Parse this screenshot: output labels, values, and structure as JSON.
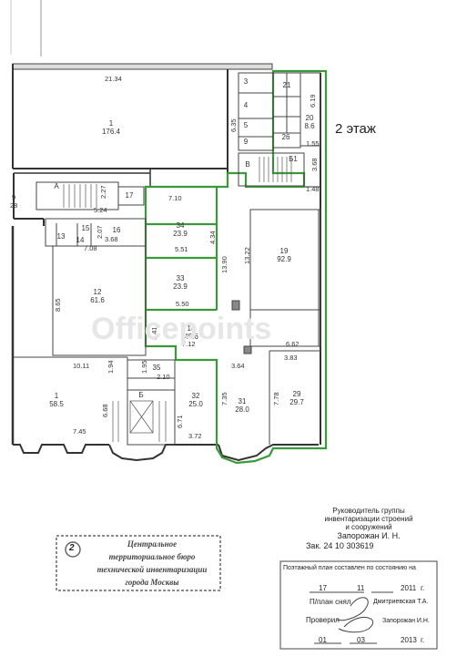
{
  "floor_label": "2 этаж",
  "watermark": "Officepoints",
  "dims": {
    "top_total": "21.34",
    "d_6_19": "6.19",
    "d_6_35": "6.35",
    "d_1_55": "1.55",
    "d_3_68a": "3.68",
    "d_1_48": "1.48",
    "d_2_27": "2.27",
    "d_5_24": "5.24",
    "d_2_07": "2.07",
    "d_7_10": "7.10",
    "d_3_68b": "3.68",
    "d_7_08": "7.08",
    "d_4_34": "4.34",
    "d_5_51": "5.51",
    "d_13_90": "13.90",
    "d_13_22": "13.22",
    "d_8_65": "8.65",
    "d_5_50": "5.50",
    "d_3_41": "3.41",
    "d_7_12": "7.12",
    "d_6_62": "6.62",
    "d_3_83": "3.83",
    "d_10_11": "10.11",
    "d_1_94": "1.94",
    "d_1_95": "1.95",
    "d_2_10": "2.10",
    "d_3_64": "3.64",
    "d_6_68": "6.68",
    "d_6_71": "6.71",
    "d_7_35": "7.35",
    "d_7_78": "7.78",
    "d_7_45": "7.45",
    "d_3_72": "3.72",
    "d_28": "28",
    "d_9": "9"
  },
  "rooms": [
    {
      "num": "1",
      "area": "176.4"
    },
    {
      "num": "3",
      "area": ""
    },
    {
      "num": "4",
      "area": ""
    },
    {
      "num": "5",
      "area": ""
    },
    {
      "num": "9",
      "area": ""
    },
    {
      "num": "21",
      "area": ""
    },
    {
      "num": "20",
      "area": "8.6"
    },
    {
      "num": "26",
      "area": ""
    },
    {
      "num": "В",
      "area": ""
    },
    {
      "num": "Б1",
      "area": ""
    },
    {
      "num": "А",
      "area": ""
    },
    {
      "num": "17",
      "area": ""
    },
    {
      "num": "34",
      "area": "23.9"
    },
    {
      "num": "16",
      "area": ""
    },
    {
      "num": "13",
      "area": ""
    },
    {
      "num": "14",
      "area": ""
    },
    {
      "num": "15",
      "area": ""
    },
    {
      "num": "19",
      "area": "92.9"
    },
    {
      "num": "12",
      "area": "61.6"
    },
    {
      "num": "33",
      "area": "23.9"
    },
    {
      "num": "18",
      "area": "48.6"
    },
    {
      "num": "35",
      "area": ""
    },
    {
      "num": "1",
      "area": "58.5"
    },
    {
      "num": "Б",
      "area": ""
    },
    {
      "num": "32",
      "area": "25.0"
    },
    {
      "num": "31",
      "area": "28.0"
    },
    {
      "num": "29",
      "area": "29.7"
    }
  ],
  "signature_block": {
    "line1": "Руководитель группы",
    "line2": "инвентаризации строений",
    "line3": "и сооружений",
    "name": "Запорожан И. Н.",
    "order": "Зак. 24 10 303619"
  },
  "stamp": {
    "number": "2",
    "line1": "Центральное",
    "line2": "территориальное бюро",
    "line3": "технической инвентаризации",
    "line4": "города Москвы"
  },
  "plan_box": {
    "title": "Поэтажный план составлен по состоянию на",
    "day1": "17",
    "month1": "11",
    "year1": "2011",
    "suffix_g": "г.",
    "prepared_label": "П/план снял",
    "prepared_name": "Дмитриевская Т.А.",
    "checked_label": "Проверил",
    "checked_name": "Запорожан И.Н.",
    "day2": "01",
    "month2": "03",
    "year2": "2013"
  }
}
